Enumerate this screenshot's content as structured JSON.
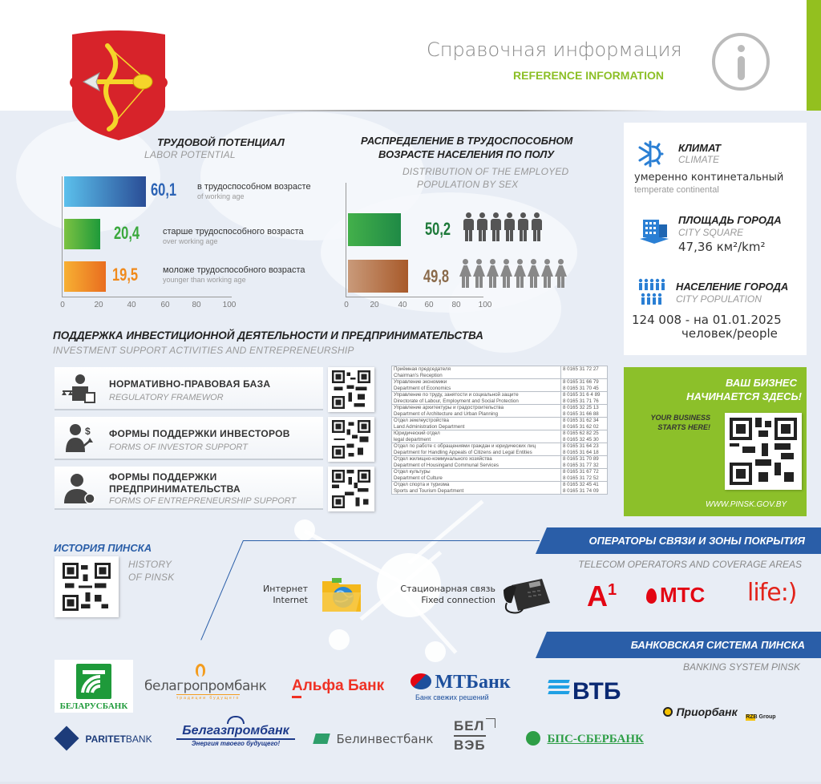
{
  "header": {
    "title_ru": "Справочная информация",
    "title_en": "REFERENCE INFORMATION",
    "info_icon": "info-circle-icon",
    "coat_of_arms": "pinsk-coat-of-arms-bow-arrow",
    "colors": {
      "accent_green": "#93c01f",
      "coat_red": "#d7232a",
      "coat_gold": "#f5d52a"
    }
  },
  "labor": {
    "title_ru": "ТРУДОВОЙ ПОТЕНЦИАЛ",
    "title_en": "LABOR POTENTIAL",
    "rows": [
      {
        "value": "60,1",
        "label_ru": "в трудоспособном возрасте",
        "label_en": "of working age",
        "color": "#2d64b5"
      },
      {
        "value": "20,4",
        "label_ru": "старше трудоспособного возраста",
        "label_en": "over working age",
        "color": "#3aa83c"
      },
      {
        "value": "19,5",
        "label_ru": "моложе трудоспособного возраста",
        "label_en": "younger than working age",
        "color": "#f08a1c"
      }
    ],
    "ticks": [
      "0",
      "20",
      "40",
      "60",
      "80",
      "100"
    ]
  },
  "sex": {
    "title_ru_1": "РАСПРЕДЕЛЕНИЕ В ТРУДОСПОСОБНОМ",
    "title_ru_2": "ВОЗРАСТЕ НАСЕЛЕНИЯ ПО ПОЛУ",
    "title_en_1": "DISTRIBUTION OF THE EMPLOYED",
    "title_en_2": "POPULATION BY SEX",
    "rows": [
      {
        "value": "50,2",
        "group": "male",
        "icon": "male-person-icon",
        "count": 6,
        "color": "#1e7a3a"
      },
      {
        "value": "49,8",
        "group": "female",
        "icon": "female-person-icon",
        "count": 8,
        "color": "#8a6a4a"
      }
    ],
    "ticks": [
      "0",
      "20",
      "40",
      "60",
      "80",
      "100"
    ]
  },
  "chart_data": [
    {
      "type": "bar",
      "title": "ТРУДОВОЙ ПОТЕНЦИАЛ / LABOR POTENTIAL",
      "orientation": "horizontal",
      "categories": [
        "в трудоспособном возрасте / of working age",
        "старше трудоспособного возраста / over working age",
        "моложе трудоспособного возраста / younger than working age"
      ],
      "values": [
        60.1,
        20.4,
        19.5
      ],
      "xlim": [
        0,
        100
      ],
      "xticks": [
        0,
        20,
        40,
        60,
        80,
        100
      ],
      "grid": false
    },
    {
      "type": "bar",
      "title": "РАСПРЕДЕЛЕНИЕ В ТРУДОСПОСОБНОМ ВОЗРАСТЕ НАСЕЛЕНИЯ ПО ПОЛУ / DISTRIBUTION OF THE EMPLOYED POPULATION BY SEX",
      "orientation": "horizontal",
      "categories": [
        "male",
        "female"
      ],
      "values": [
        50.2,
        49.8
      ],
      "xlim": [
        0,
        100
      ],
      "xticks": [
        0,
        20,
        40,
        60,
        80,
        100
      ],
      "grid": false
    }
  ],
  "side": {
    "climate": {
      "title_ru": "КЛИМАТ",
      "title_en": "CLIMATE",
      "value_ru": "умеренно континетальный",
      "value_en": "temperate continental",
      "icon": "snowflake-sun-icon"
    },
    "area": {
      "title_ru": "ПЛОЩАДЬ ГОРОДА",
      "title_en": "CITY SQUARE",
      "value": "47,36 км²/km²",
      "icon": "building-icon"
    },
    "population": {
      "title_ru": "НАСЕЛЕНИЕ ГОРОДА",
      "title_en": "CITY POPULATION",
      "value_1": "124 008 - на 01.01.2025",
      "value_2": "человек/people",
      "icon": "people-group-icon"
    }
  },
  "investment": {
    "title_ru": "ПОДДЕРЖКА ИНВЕСТИЦИОННОЙ ДЕЯТЕЛЬНОСТИ И ПРЕДПРИНИМАТЕЛЬСТВА",
    "title_en": "INVESTMENT SUPPORT ACTIVITIES AND ENTREPRENEURSHIP",
    "cards": [
      {
        "title_ru_1": "НОРМАТИВНО-ПРАВОВАЯ БАЗА",
        "title_ru_2": "",
        "title_en": "REGULATORY FRAMEWOR",
        "icon": "legal-scales-person-icon"
      },
      {
        "title_ru_1": "ФОРМЫ ПОДДЕРЖКИ ИНВЕСТОРОВ",
        "title_ru_2": "",
        "title_en": "FORMS OF INVESTOR SUPPORT",
        "icon": "investor-growth-icon"
      },
      {
        "title_ru_1": "ФОРМЫ ПОДДЕРЖКИ",
        "title_ru_2": "ПРЕДПРИНИМАТЕЛЬСТВА",
        "title_en": "FORMS OF ENTREPRENEURSHIP SUPPORT",
        "icon": "businessman-coin-icon"
      }
    ]
  },
  "contacts": [
    {
      "ru": "Приёмная председателя",
      "en": "Chairman's Reception",
      "phone_1": "8 0165 31 72 27",
      "phone_2": ""
    },
    {
      "ru": "Управление экономики",
      "en": "Department of Economics",
      "phone_1": "8 0165 31 66 79",
      "phone_2": "8 0165 31 70 45"
    },
    {
      "ru": "Управление по труду, занятости и социальной защите",
      "en": "Directorate of Labour, Employment and Social Protection",
      "phone_1": "8 0165 31 6 4 89",
      "phone_2": "8 0165 31 71 76"
    },
    {
      "ru": "Управление архитектуры и градостроительства",
      "en": "Department of Architecture and Urban Planning",
      "phone_1": "8 0165 32 25 13",
      "phone_2": "8 0165 31 66 88"
    },
    {
      "ru": "Отдел землеустройства",
      "en": "Land Administration Department",
      "phone_1": "8 0165 31 62 34",
      "phone_2": "8 0165 31 62 02"
    },
    {
      "ru": "Юридический отдел",
      "en": "legal department",
      "phone_1": "8 0165 62 82 25",
      "phone_2": "8 0165 32 45 30"
    },
    {
      "ru": "Отдел по работе с обращениями граждан и юридических лиц",
      "en": "Department for Handling Appeals of Citizens and Legal Entities",
      "phone_1": "8 0165 31 64 23",
      "phone_2": "8 0165 31 64 18"
    },
    {
      "ru": "Отдел жилищно-коммунального хозяйства",
      "en": "Department of Housingand Communal Services",
      "phone_1": "8 0165 31 70 89",
      "phone_2": "8 0165 31 77 32"
    },
    {
      "ru": "Отдел культуры",
      "en": "Department of Culture",
      "phone_1": "8 0165 31 67 72",
      "phone_2": "8 0165 31 72 52"
    },
    {
      "ru": "Отдел спорта и туризма",
      "en": "Sports and Tourism Department",
      "phone_1": "8 0165 32 45 41",
      "phone_2": "8 0165 31 74 09"
    }
  ],
  "business": {
    "title_1": "ВАШ БИЗНЕС",
    "title_2": "НАЧИНАЕТСЯ ЗДЕСЬ!",
    "sub_1": "YOUR BUSINESS",
    "sub_2": "STARTS HERE!",
    "url": "WWW.PINSK.GOV.BY"
  },
  "history": {
    "title_ru": "ИСТОРИЯ ПИНСКА",
    "title_en_1": "HISTORY",
    "title_en_2": "OF PINSK"
  },
  "telecom": {
    "title_ru": "ОПЕРАТОРЫ СВЯЗИ И ЗОНЫ ПОКРЫТИЯ",
    "title_en": "TELECOM OPERATORS AND COVERAGE AREAS",
    "internet_ru": "Интернет",
    "internet_en": "Internet",
    "fixed_ru": "Стационарная связь",
    "fixed_en": "Fixed connection",
    "operators": [
      {
        "name": "A1",
        "sup": "1",
        "base": "A",
        "color": "#e30613"
      },
      {
        "name": "МТС",
        "color": "#e30613"
      },
      {
        "name": "life:)",
        "color": "#e2231a"
      }
    ]
  },
  "banking": {
    "title_ru": "БАНКОВСКАЯ СИСТЕМА ПИНСКА",
    "title_en": "BANKING SYSTEM PINSK",
    "banks": [
      {
        "name": "БЕЛАРУСБАНК",
        "color": "#1e9a3a"
      },
      {
        "name": "белагропромбанк",
        "tagline": "традиции будущего",
        "color": "#555"
      },
      {
        "name": "Альфа Банк",
        "color": "#ef3124"
      },
      {
        "name": "МТБанк",
        "tagline": "Банк свежих решений",
        "color": "#1d4f9c"
      },
      {
        "name": "ВТБ",
        "color": "#0a2973"
      },
      {
        "name": "Приорбанк",
        "extra": "RZB Group",
        "color": "#222"
      },
      {
        "name_1": "PARITET",
        "name_2": "BANK",
        "color": "#1d3c7a"
      },
      {
        "name": "Белгазпромбанк",
        "tagline": "Энергия твоего будущего!",
        "color": "#1d3a8a"
      },
      {
        "name": "Белинвестбанк",
        "color": "#555"
      },
      {
        "name_1": "БЕЛ",
        "name_2": "ВЭБ",
        "color": "#555"
      },
      {
        "name": "БПС-СБЕРБАНК",
        "color": "#2e9e46"
      }
    ]
  }
}
